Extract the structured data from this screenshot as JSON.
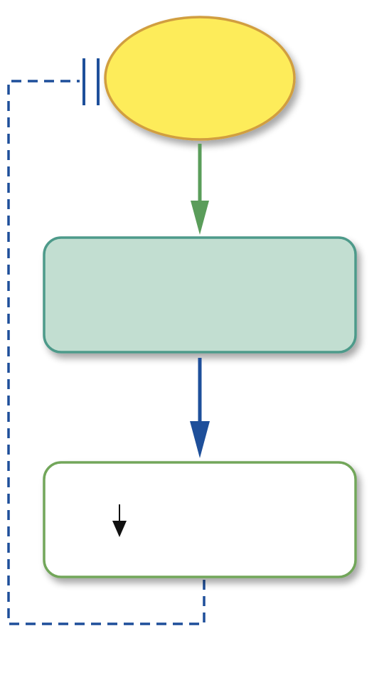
{
  "diagram": {
    "colors": {
      "background": "#ffffff",
      "start_fill": "#fdec5a",
      "start_stroke": "#d19e3f",
      "process_fill": "#c2ded1",
      "process_stroke": "#4e9a8a",
      "output_fill": "#ffffff",
      "output_stroke": "#72a65a",
      "green_arrow": "#5a9d5a",
      "blue_arrow": "#1e4f9a",
      "feedback_line": "#1e4f9a",
      "small_arrow": "#111111"
    },
    "nodes": {
      "start": {
        "shape": "ellipse",
        "label": ""
      },
      "process": {
        "shape": "rounded-rectangle",
        "label": ""
      },
      "output": {
        "shape": "rounded-rectangle",
        "label": "",
        "icon": "down-arrow-icon"
      }
    },
    "connections": [
      {
        "from": "start",
        "to": "process",
        "style": "solid",
        "color": "green"
      },
      {
        "from": "process",
        "to": "output",
        "style": "solid",
        "color": "blue"
      },
      {
        "from": "output",
        "to": "start",
        "style": "dashed",
        "color": "blue",
        "end_marker": "double-bar"
      }
    ]
  }
}
